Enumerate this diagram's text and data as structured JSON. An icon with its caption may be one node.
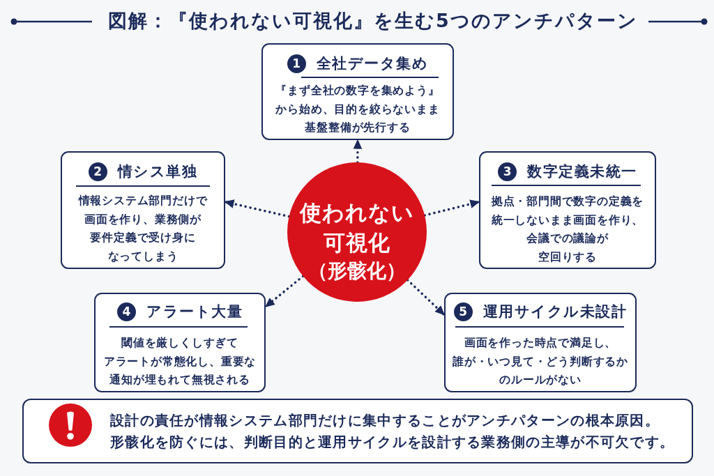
{
  "diagram": {
    "title": "図解：『使われない可視化』を生む5つのアンチパターン",
    "nodes": [
      {
        "text": [
          "1",
          "全社データ集め",
          "『まず全社の数字を集めよう』から始め、目的を絞らないまま基盤整備が先行する"
        ]
      },
      {
        "text": [
          "2",
          "情シス単独",
          "情報システム部門だけで画面を作り、業務側が要件定義で受け身になってしまう"
        ]
      },
      {
        "text": [
          "使われない可視化",
          "（形骸化）"
        ]
      },
      {
        "text": [
          "3",
          "数字定義未統一",
          "拠点・部門間で数字の定義を統一しないまま画面を作り、会議での議論が空回りする"
        ]
      },
      {
        "text": [
          "4",
          "アラート大量",
          "閾値を厳しくしすぎてアラートが常態化し、重要な通知が埋もれて無視される"
        ]
      },
      {
        "text": [
          "5",
          "運用サイクル未設計",
          "画面を作った時点で満足し、誰が・いつ見て・どう判断するかのルールがない"
        ]
      },
      {
        "text": [
          "設計の責任が情報システム部門だけに集中することがアンチパターンの根本原因。形骸化を防ぐには、判断目的と運用サイクルを設計する業務側の主導が不可欠です。"
        ]
      }
    ],
    "edges": [
      {
        "from": 2,
        "to": 0,
        "arrow": "to",
        "style": "dashed"
      },
      {
        "from": 2,
        "to": 1,
        "arrow": "to",
        "style": "dashed"
      },
      {
        "from": 2,
        "to": 3,
        "arrow": "to",
        "style": "dashed"
      },
      {
        "from": 2,
        "to": 4,
        "arrow": "to",
        "style": "dashed"
      },
      {
        "from": 2,
        "to": 5,
        "arrow": "to",
        "style": "dashed"
      }
    ]
  }
}
